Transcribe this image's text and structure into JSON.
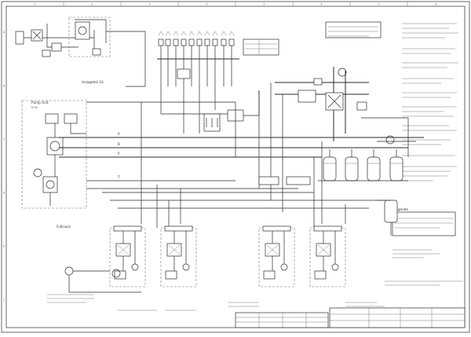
{
  "drawing": {
    "background": "#ffffff",
    "line_color": "#2a2a2a",
    "frame_numbers_top": [
      "1",
      "2",
      "3",
      "4",
      "5",
      "6",
      "7",
      "8"
    ],
    "frame_letters_side": [
      "A",
      "B",
      "C",
      "D",
      "E",
      "F"
    ],
    "labels": {
      "left_pump_unit": "Pump Unit",
      "left_pump_unit_sub": "M 90",
      "upper_group": "Anlageteil 10",
      "lower_left_group": "Fußraum",
      "legend_title": "Legende",
      "line_a": "A",
      "line_b": "B",
      "line_p": "P",
      "line_t": "T"
    }
  }
}
